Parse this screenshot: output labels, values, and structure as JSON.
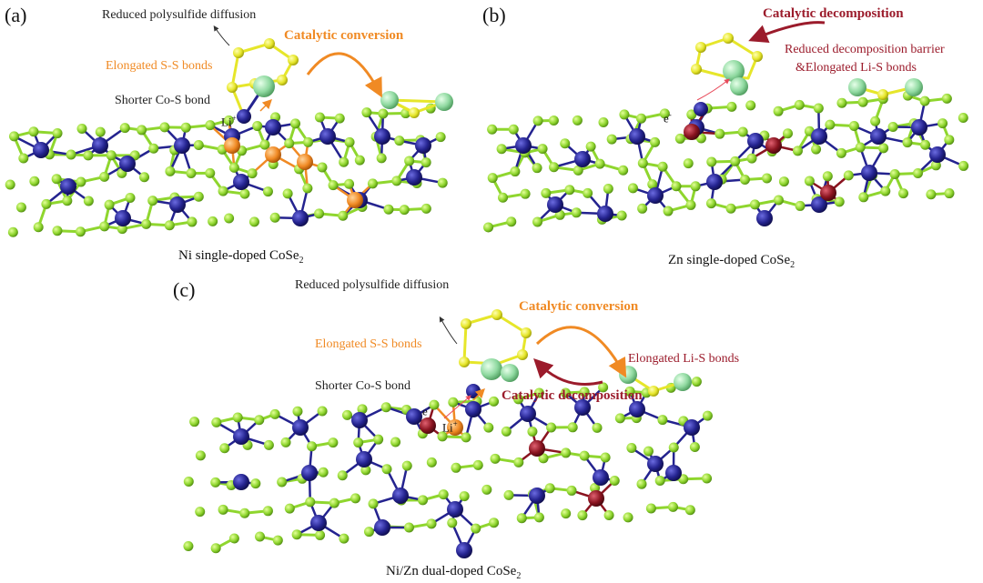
{
  "panels": {
    "a": {
      "letter": "(a)",
      "caption_main": "Ni single-doped CoSe",
      "caption_sub": "2",
      "notes": {
        "diffusion": "Reduced polysulfide diffusion",
        "conversion": "Catalytic conversion",
        "ss_bonds": "Elongated S-S bonds",
        "cos_bond": "Shorter Co-S bond",
        "li": "Li",
        "li_sup": "+"
      }
    },
    "b": {
      "letter": "(b)",
      "caption_main": "Zn single-doped CoSe",
      "caption_sub": "2",
      "notes": {
        "decomposition": "Catalytic decomposition",
        "barrier_line1": "Reduced decomposition barrier",
        "barrier_line2": "&Elongated Li-S bonds",
        "electron": "e",
        "electron_sup": "-"
      }
    },
    "c": {
      "letter": "(c)",
      "caption_main": "Ni/Zn dual-doped CoSe",
      "caption_sub": "2",
      "notes": {
        "diffusion": "Reduced polysulfide diffusion",
        "conversion": "Catalytic conversion",
        "ss_bonds": "Elongated S-S bonds",
        "lis_bonds": "Elongated Li-S bonds",
        "cos_bond": "Shorter Co-S bond",
        "decomposition": "Catalytic decomposition",
        "electron": "e",
        "electron_sup": "-",
        "li": "Li",
        "li_sup": "+"
      }
    }
  },
  "colors": {
    "se_atom": "#8fd62e",
    "co_atom": "#24238f",
    "ni_atom": "#f08a24",
    "zn_atom": "#8a1420",
    "sulfur_atom": "#e6e62a",
    "lithium_atom": "#8fd9a0",
    "orange_arrow": "#f08a24",
    "red_arrow": "#9b1b2b",
    "thin_red_arrow": "#e84a5a"
  }
}
